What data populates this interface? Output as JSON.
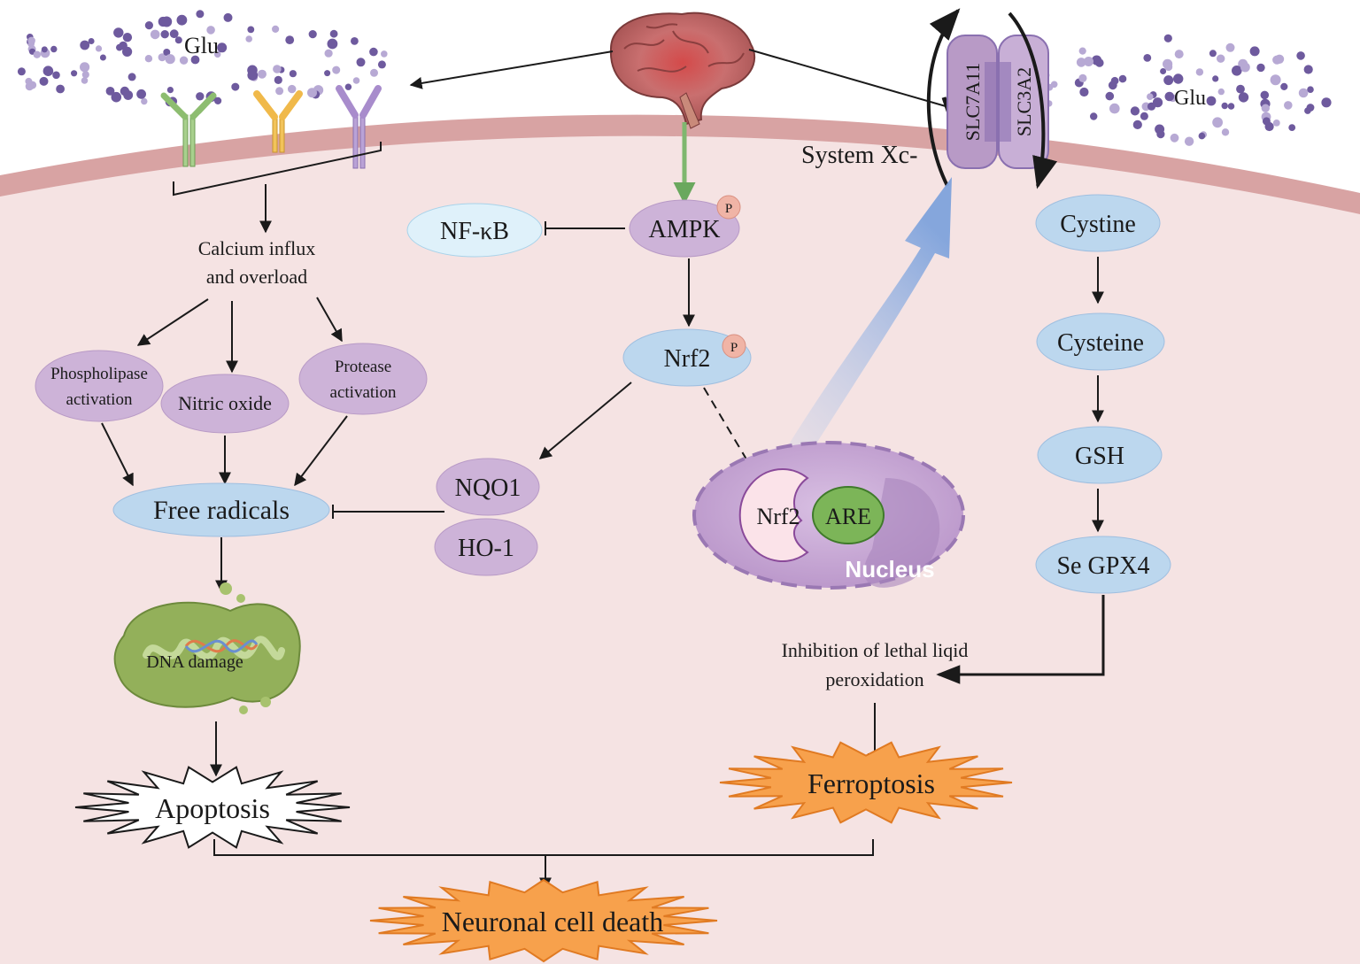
{
  "colors": {
    "membrane": "#d8a3a3",
    "cell_bg": "#f5e3e3",
    "blue_node": "#bcd7ee",
    "blue_stroke": "#9fbfe0",
    "purple_node": "#cdb3d8",
    "purple_stroke": "#b89ac6",
    "light_blue_node": "#dff1fa",
    "phospho": "#f0b4a6",
    "mito": "#93b05a",
    "orange_burst": "#f7a14c",
    "green_arrow": "#7fb76f",
    "nucleus": "#c9a8d6"
  },
  "labels": {
    "glu_left": "Glu",
    "glu_right": "Glu",
    "system_xc": "System Xc-",
    "slc7a11": "SLC7A11",
    "slc3a2": "SLC3A2",
    "calcium_line1": "Calcium influx",
    "calcium_line2": "and overload",
    "phospholipase_line1": "Phospholipase",
    "phospholipase_line2": "activation",
    "nitric_oxide": "Nitric oxide",
    "protease_line1": "Protease",
    "protease_line2": "activation",
    "free_radicals": "Free radicals",
    "dna_damage": "DNA damage",
    "apoptosis": "Apoptosis",
    "nfkb": "NF-κB",
    "ampk": "AMPK",
    "phospho_p": "P",
    "nrf2": "Nrf2",
    "nqo1": "NQO1",
    "ho1": "HO-1",
    "nucleus_nrf2": "Nrf2",
    "are": "ARE",
    "nucleus": "Nucleus",
    "cystine": "Cystine",
    "cysteine": "Cysteine",
    "gsh": "GSH",
    "gpx4": "Se GPX4",
    "inhibition_line1": "Inhibition of lethal liqid",
    "inhibition_line2": "peroxidation",
    "ferroptosis": "Ferroptosis",
    "neuronal_death": "Neuronal cell death"
  },
  "icons": [
    "brain-icon",
    "receptor-icon",
    "mitochondrion-icon",
    "dna-icon",
    "transporter-icon"
  ]
}
